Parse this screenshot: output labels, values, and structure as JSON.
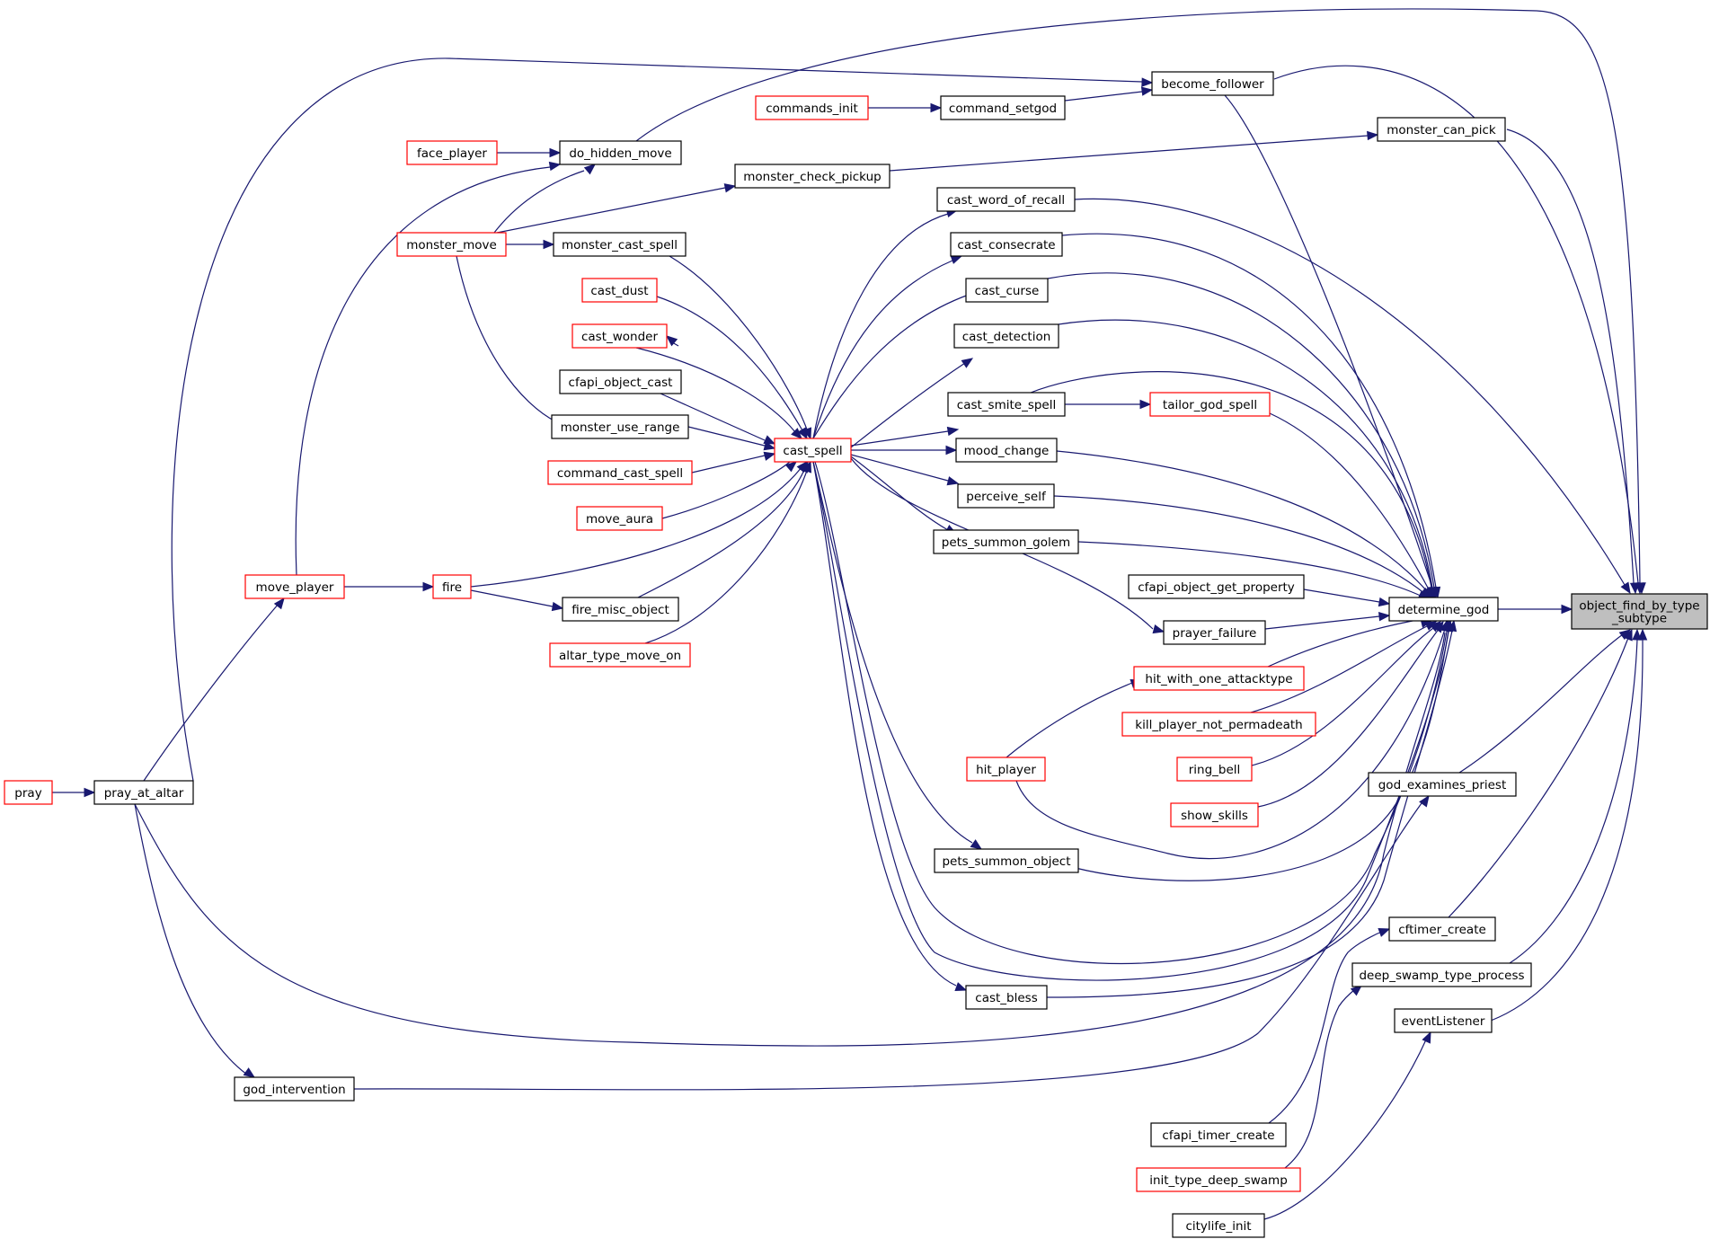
{
  "graph": {
    "edge_color": "#191970",
    "root_fill": "#bfbfbf",
    "red_border": "#ff0000",
    "nodes": [
      {
        "id": "root",
        "lines": [
          "object_find_by_type",
          "_subtype"
        ],
        "style": "root"
      },
      {
        "id": "become_follower",
        "lines": [
          "become_follower"
        ],
        "style": "black"
      },
      {
        "id": "commands_init",
        "lines": [
          "commands_init"
        ],
        "style": "red"
      },
      {
        "id": "command_setgod",
        "lines": [
          "command_setgod"
        ],
        "style": "black"
      },
      {
        "id": "monster_can_pick",
        "lines": [
          "monster_can_pick"
        ],
        "style": "black"
      },
      {
        "id": "face_player",
        "lines": [
          "face_player"
        ],
        "style": "red"
      },
      {
        "id": "do_hidden_move",
        "lines": [
          "do_hidden_move"
        ],
        "style": "black"
      },
      {
        "id": "monster_check_pickup",
        "lines": [
          "monster_check_pickup"
        ],
        "style": "black"
      },
      {
        "id": "cast_word_of_recall",
        "lines": [
          "cast_word_of_recall"
        ],
        "style": "black"
      },
      {
        "id": "monster_move",
        "lines": [
          "monster_move"
        ],
        "style": "red"
      },
      {
        "id": "monster_cast_spell",
        "lines": [
          "monster_cast_spell"
        ],
        "style": "black"
      },
      {
        "id": "cast_consecrate",
        "lines": [
          "cast_consecrate"
        ],
        "style": "black"
      },
      {
        "id": "cast_dust",
        "lines": [
          "cast_dust"
        ],
        "style": "red"
      },
      {
        "id": "cast_curse",
        "lines": [
          "cast_curse"
        ],
        "style": "black"
      },
      {
        "id": "cast_wonder",
        "lines": [
          "cast_wonder"
        ],
        "style": "red"
      },
      {
        "id": "cast_detection",
        "lines": [
          "cast_detection"
        ],
        "style": "black"
      },
      {
        "id": "cfapi_object_cast",
        "lines": [
          "cfapi_object_cast"
        ],
        "style": "black"
      },
      {
        "id": "cast_smite_spell",
        "lines": [
          "cast_smite_spell"
        ],
        "style": "black"
      },
      {
        "id": "tailor_god_spell",
        "lines": [
          "tailor_god_spell"
        ],
        "style": "red"
      },
      {
        "id": "monster_use_range",
        "lines": [
          "monster_use_range"
        ],
        "style": "black"
      },
      {
        "id": "cast_spell",
        "lines": [
          "cast_spell"
        ],
        "style": "red"
      },
      {
        "id": "mood_change",
        "lines": [
          "mood_change"
        ],
        "style": "black"
      },
      {
        "id": "command_cast_spell",
        "lines": [
          "command_cast_spell"
        ],
        "style": "red"
      },
      {
        "id": "perceive_self",
        "lines": [
          "perceive_self"
        ],
        "style": "black"
      },
      {
        "id": "move_aura",
        "lines": [
          "move_aura"
        ],
        "style": "red"
      },
      {
        "id": "pets_summon_golem",
        "lines": [
          "pets_summon_golem"
        ],
        "style": "black"
      },
      {
        "id": "move_player",
        "lines": [
          "move_player"
        ],
        "style": "red"
      },
      {
        "id": "fire",
        "lines": [
          "fire"
        ],
        "style": "red"
      },
      {
        "id": "cfapi_object_get_property",
        "lines": [
          "cfapi_object_get_property"
        ],
        "style": "black"
      },
      {
        "id": "determine_god",
        "lines": [
          "determine_god"
        ],
        "style": "black"
      },
      {
        "id": "fire_misc_object",
        "lines": [
          "fire_misc_object"
        ],
        "style": "black"
      },
      {
        "id": "prayer_failure",
        "lines": [
          "prayer_failure"
        ],
        "style": "black"
      },
      {
        "id": "altar_type_move_on",
        "lines": [
          "altar_type_move_on"
        ],
        "style": "red"
      },
      {
        "id": "hit_with_one_attacktype",
        "lines": [
          "hit_with_one_attacktype"
        ],
        "style": "red"
      },
      {
        "id": "kill_player_not_permadeath",
        "lines": [
          "kill_player_not_permadeath"
        ],
        "style": "red"
      },
      {
        "id": "hit_player",
        "lines": [
          "hit_player"
        ],
        "style": "red"
      },
      {
        "id": "ring_bell",
        "lines": [
          "ring_bell"
        ],
        "style": "red"
      },
      {
        "id": "god_examines_priest",
        "lines": [
          "god_examines_priest"
        ],
        "style": "black"
      },
      {
        "id": "pray",
        "lines": [
          "pray"
        ],
        "style": "red"
      },
      {
        "id": "pray_at_altar",
        "lines": [
          "pray_at_altar"
        ],
        "style": "black"
      },
      {
        "id": "show_skills",
        "lines": [
          "show_skills"
        ],
        "style": "red"
      },
      {
        "id": "pets_summon_object",
        "lines": [
          "pets_summon_object"
        ],
        "style": "black"
      },
      {
        "id": "cftimer_create",
        "lines": [
          "cftimer_create"
        ],
        "style": "black"
      },
      {
        "id": "deep_swamp_type_process",
        "lines": [
          "deep_swamp_type_process"
        ],
        "style": "black"
      },
      {
        "id": "cast_bless",
        "lines": [
          "cast_bless"
        ],
        "style": "black"
      },
      {
        "id": "eventListener",
        "lines": [
          "eventListener"
        ],
        "style": "black"
      },
      {
        "id": "god_intervention",
        "lines": [
          "god_intervention"
        ],
        "style": "black"
      },
      {
        "id": "cfapi_timer_create",
        "lines": [
          "cfapi_timer_create"
        ],
        "style": "black"
      },
      {
        "id": "init_type_deep_swamp",
        "lines": [
          "init_type_deep_swamp"
        ],
        "style": "red"
      },
      {
        "id": "citylife_init",
        "lines": [
          "citylife_init"
        ],
        "style": "black"
      }
    ]
  }
}
